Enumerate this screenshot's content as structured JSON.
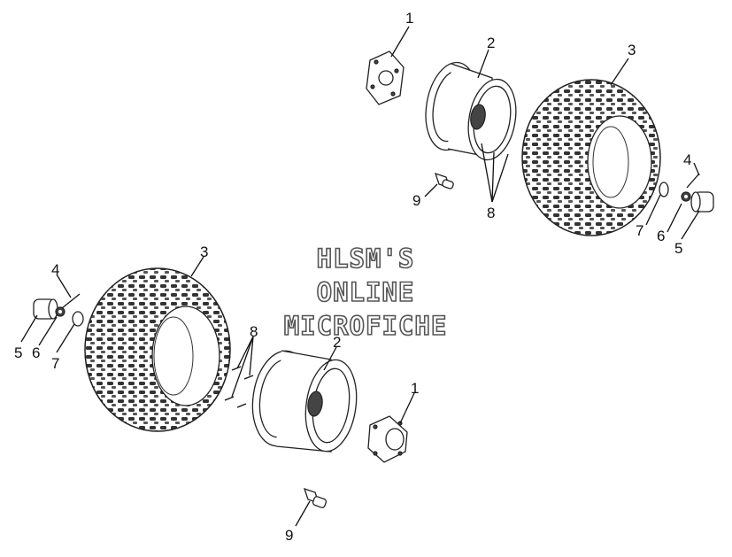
{
  "watermark": {
    "line1": "HLSM'S",
    "line2": "ONLINE",
    "line3": "MICROFICHE"
  },
  "upper_assembly": {
    "labels": {
      "hub": "1",
      "rim": "2",
      "tire": "3",
      "valve": "4",
      "cap": "5",
      "nut": "6",
      "washer": "7",
      "bolts": "8",
      "stud": "9"
    }
  },
  "lower_assembly": {
    "labels": {
      "hub": "1",
      "rim": "2",
      "tire": "3",
      "valve": "4",
      "cap": "5",
      "nut": "6",
      "washer": "7",
      "bolts": "8",
      "stud": "9"
    }
  }
}
